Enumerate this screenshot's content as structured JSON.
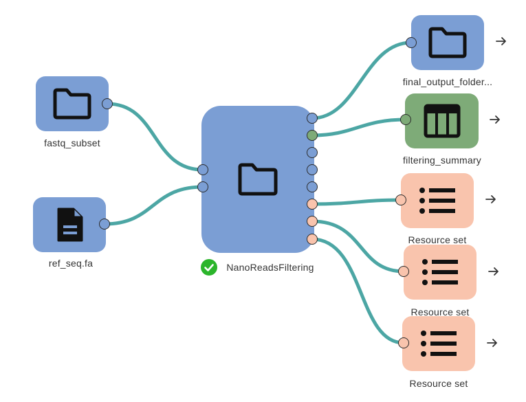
{
  "colors": {
    "blue": "#7b9ed4",
    "green": "#7eab78",
    "salmon": "#f9c4ad",
    "link": "#4ca6a4",
    "port_blue": "#7b9ed4",
    "port_green": "#7eab78",
    "port_salmon": "#f9c4ad",
    "success": "#2bb52b"
  },
  "inputs": [
    {
      "label": "fastq_subset",
      "icon": "folder-icon"
    },
    {
      "label": "ref_seq.fa",
      "icon": "document-icon"
    }
  ],
  "process": {
    "label": "NanoReadsFiltering",
    "icon": "folder-icon",
    "status_icon": "check-circle-icon",
    "status": "success"
  },
  "outputs": [
    {
      "label": "final_output_folder...",
      "icon": "folder-icon"
    },
    {
      "label": "filtering_summary",
      "icon": "table-icon"
    },
    {
      "label": "Resource set",
      "icon": "list-icon"
    },
    {
      "label": "Resource set",
      "icon": "list-icon"
    },
    {
      "label": "Resource set",
      "icon": "list-icon"
    }
  ]
}
